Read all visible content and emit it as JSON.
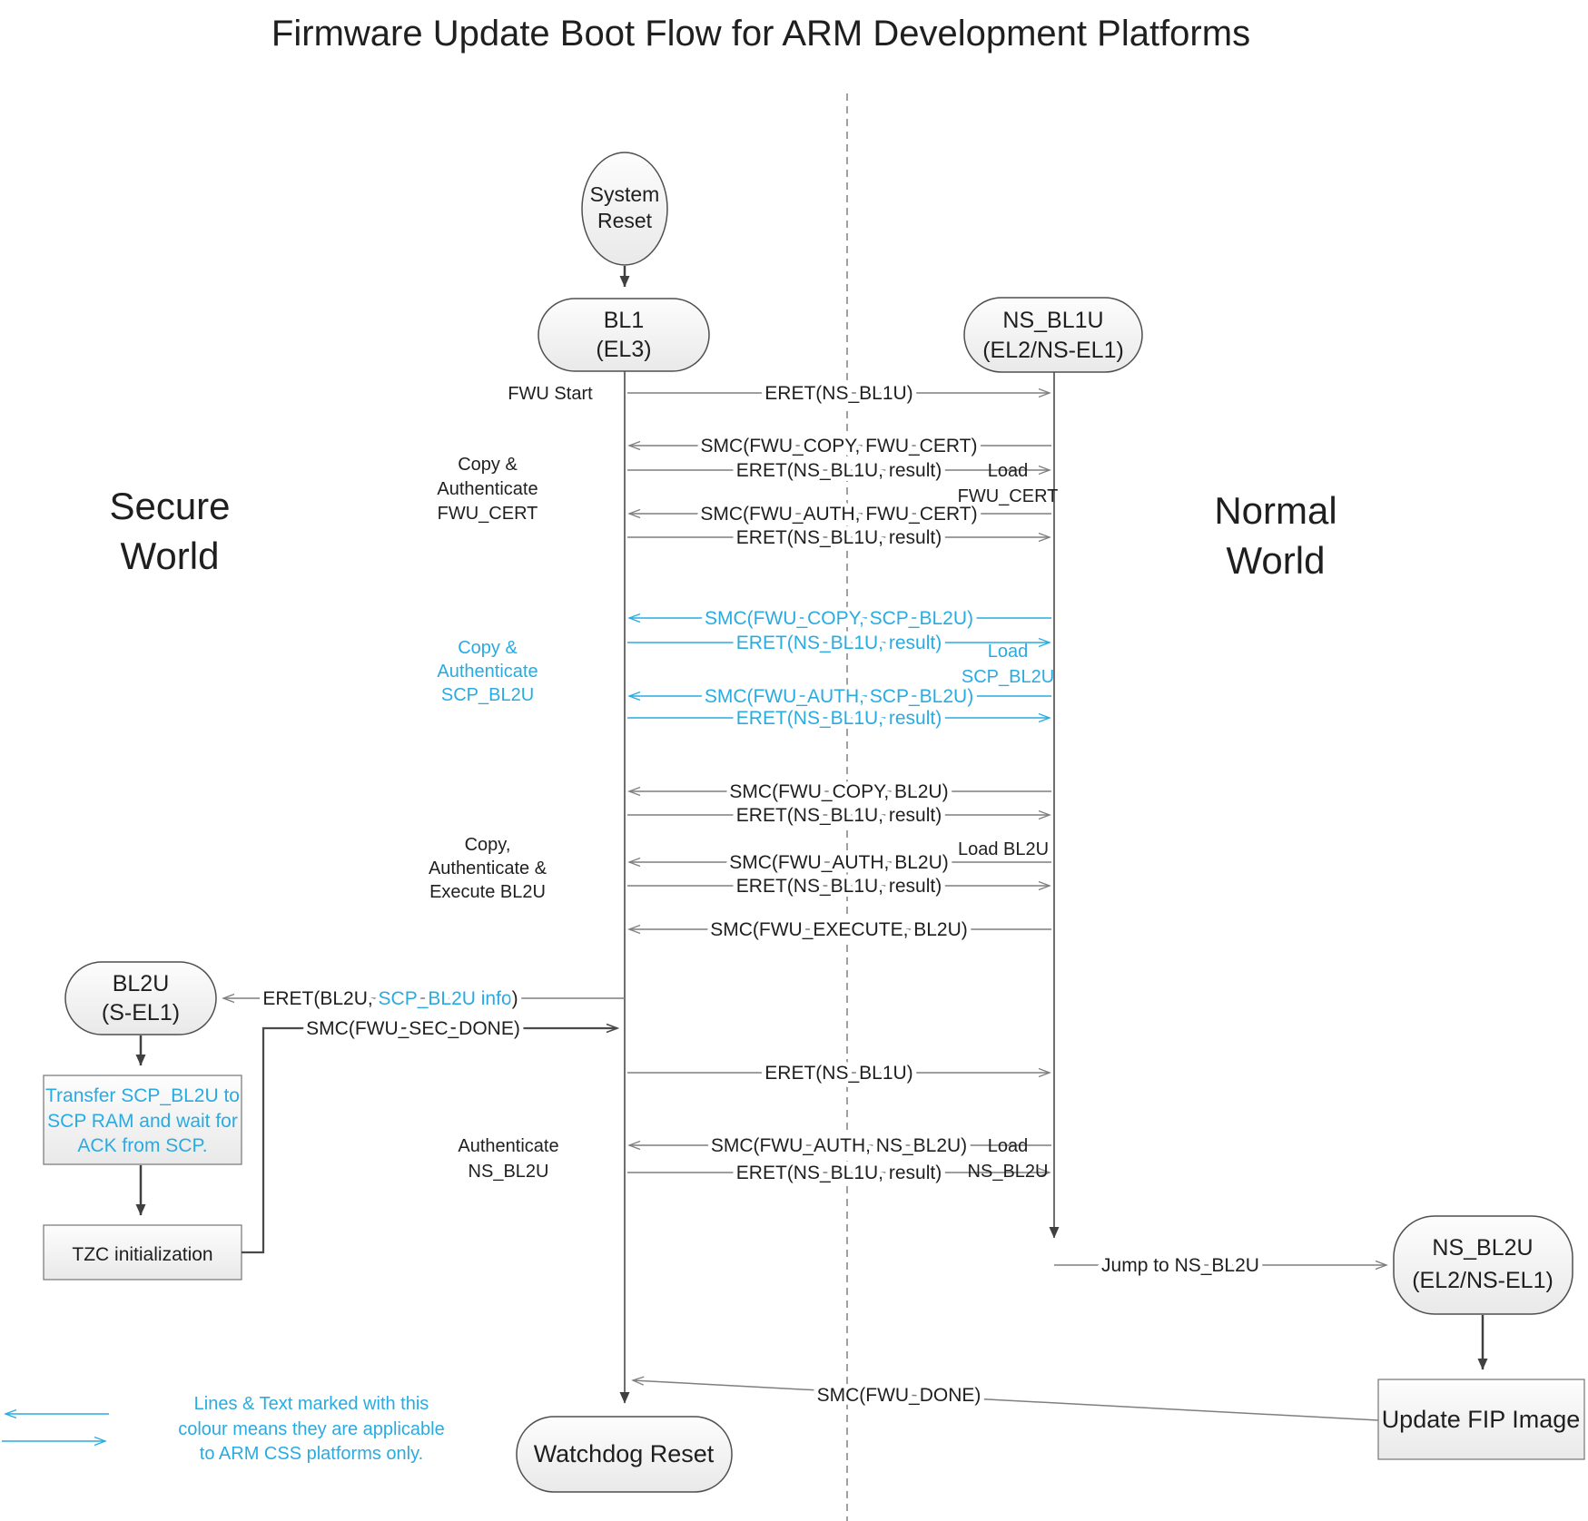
{
  "title": "Firmware Update Boot Flow for ARM Development Platforms",
  "worlds": {
    "secure": [
      "Secure",
      "World"
    ],
    "normal": [
      "Normal",
      "World"
    ]
  },
  "nodes": {
    "system_reset": [
      "System",
      "Reset"
    ],
    "bl1": [
      "BL1",
      "(EL3)"
    ],
    "ns_bl1u": [
      "NS_BL1U",
      "(EL2/NS-EL1)"
    ],
    "bl2u": [
      "BL2U",
      "(S-EL1)"
    ],
    "ns_bl2u": [
      "NS_BL2U",
      "(EL2/NS-EL1)"
    ],
    "watchdog_reset": "Watchdog Reset",
    "transfer_scp": [
      "Transfer SCP_BL2U to",
      "SCP RAM and wait for",
      "ACK from SCP."
    ],
    "tzc_init": "TZC initialization",
    "update_fip": "Update FIP Image"
  },
  "stage_labels": {
    "fwu_start": "FWU Start",
    "copy_auth_fwu_cert": [
      "Copy &",
      "Authenticate",
      "FWU_CERT"
    ],
    "load_fwu_cert": [
      "Load",
      "FWU_CERT"
    ],
    "copy_auth_scp_bl2u": [
      "Copy &",
      "Authenticate",
      "SCP_BL2U"
    ],
    "load_scp_bl2u": [
      "Load",
      "SCP_BL2U"
    ],
    "copy_auth_exec_bl2u": [
      "Copy,",
      "Authenticate &",
      "Execute BL2U"
    ],
    "load_bl2u": "Load BL2U",
    "auth_ns_bl2u": [
      "Authenticate",
      "NS_BL2U"
    ],
    "load_ns_bl2u": [
      "Load",
      "NS_BL2U"
    ]
  },
  "messages": {
    "eret_ns_bl1u": "ERET(NS_BL1U)",
    "smc_copy_fwu_cert": "SMC(FWU_COPY, FWU_CERT)",
    "eret_result": "ERET(NS_BL1U, result)",
    "smc_auth_fwu_cert": "SMC(FWU_AUTH, FWU_CERT)",
    "smc_copy_scp_bl2u": "SMC(FWU_COPY, SCP_BL2U)",
    "smc_auth_scp_bl2u": "SMC(FWU_AUTH, SCP_BL2U)",
    "smc_copy_bl2u": "SMC(FWU_COPY, BL2U)",
    "smc_auth_bl2u": "SMC(FWU_AUTH, BL2U)",
    "smc_execute_bl2u": "SMC(FWU_EXECUTE, BL2U)",
    "eret_bl2u_pre": "ERET(BL2U, ",
    "eret_bl2u_info": "SCP_BL2U info",
    "eret_bl2u_post": ")",
    "smc_sec_done": "SMC(FWU_SEC_DONE)",
    "smc_auth_ns_bl2u": "SMC(FWU_AUTH, NS_BL2U)",
    "jump_ns_bl2u": "Jump to NS_BL2U",
    "smc_done": "SMC(FWU_DONE)"
  },
  "legend": [
    "Lines & Text marked with this",
    "colour means they are applicable",
    "to ARM CSS platforms only."
  ],
  "colors": {
    "css_platform_blue": "#29ABE2",
    "line_gray": "#7F7F7F",
    "dark_gray": "#404040",
    "text": "#1F1F1F"
  }
}
